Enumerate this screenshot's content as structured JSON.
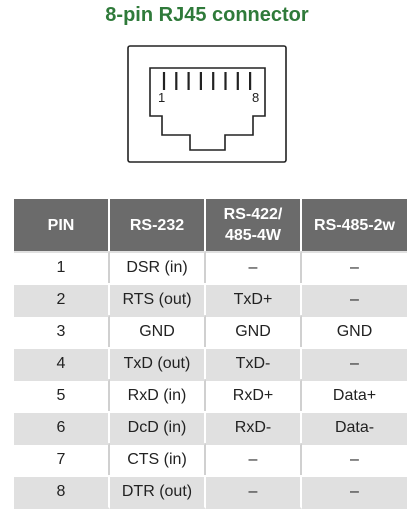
{
  "title": "8-pin RJ45 connector",
  "connector": {
    "pin_first_label": "1",
    "pin_last_label": "8"
  },
  "table": {
    "headers": [
      "PIN",
      "RS-232",
      "RS-422/\n485-4W",
      "RS-485-2w"
    ],
    "rows": [
      [
        "1",
        "DSR (in)",
        "–",
        "–"
      ],
      [
        "2",
        "RTS (out)",
        "TxD+",
        "–"
      ],
      [
        "3",
        "GND",
        "GND",
        "GND"
      ],
      [
        "4",
        "TxD (out)",
        "TxD-",
        "–"
      ],
      [
        "5",
        "RxD (in)",
        "RxD+",
        "Data+"
      ],
      [
        "6",
        "DcD (in)",
        "RxD-",
        "Data-"
      ],
      [
        "7",
        "CTS (in)",
        "–",
        "–"
      ],
      [
        "8",
        "DTR (out)",
        "–",
        "–"
      ]
    ]
  },
  "colors": {
    "title": "#2f7a3a",
    "header_bg": "#6b6b6b",
    "row_alt_bg": "#e0e0e0"
  }
}
